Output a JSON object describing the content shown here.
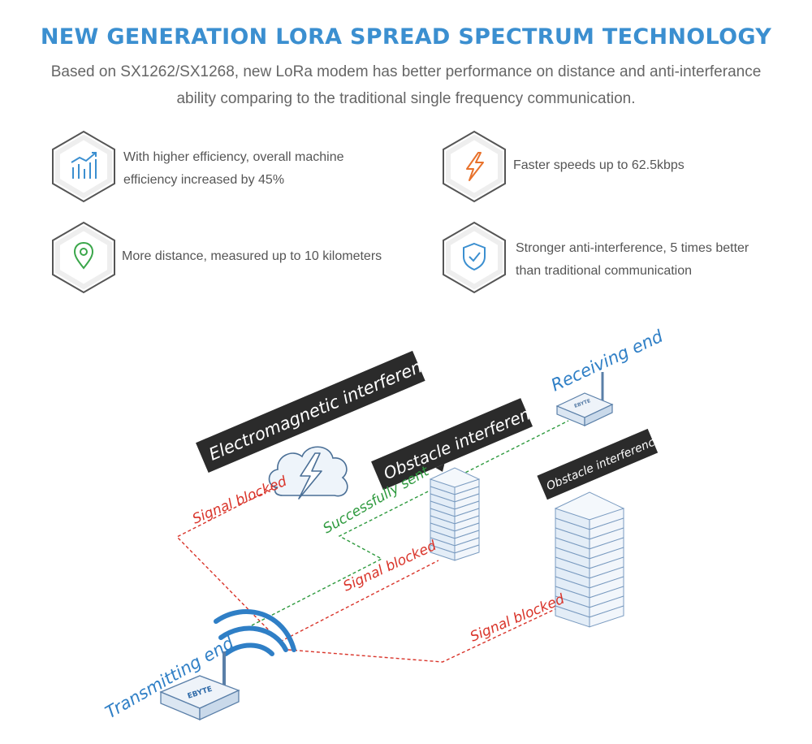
{
  "header": {
    "title": "NEW GENERATION LORA SPREAD SPECTRUM TECHNOLOGY",
    "subtitle_line1": "Based on SX1262/SX1268, new LoRa modem has better performance on distance and anti-interferance",
    "subtitle_line2": "ability comparing to the traditional single frequency communication."
  },
  "features": [
    {
      "icon": "bar-chart-icon",
      "line1": "With higher efficiency, overall machine",
      "line2": "efficiency increased by 45%"
    },
    {
      "icon": "lightning-icon",
      "line1": "Faster speeds up to 62.5kbps",
      "line2": ""
    },
    {
      "icon": "location-pin-icon",
      "line1": "More distance, measured up to 10 kilometers",
      "line2": ""
    },
    {
      "icon": "shield-check-icon",
      "line1": "Stronger anti-interference, 5 times better",
      "line2": "than traditional communication"
    }
  ],
  "diagram": {
    "em_tag": "Electromagnetic interference",
    "obstacle_tag_1": "Obstacle interference",
    "obstacle_tag_2": "Obstacle interference",
    "receiving_label": "Receiving end",
    "transmitting_label": "Transmitting end",
    "signal_blocked_1": "Signal blocked",
    "signal_blocked_2": "Signal blocked",
    "signal_blocked_3": "Signal blocked",
    "successfully_sent": "Successfully sent",
    "device_brand": "EBYTE"
  },
  "colors": {
    "title": "#3b8fd0",
    "text": "#666666",
    "blocked": "#d9342a",
    "success": "#2e9a3e",
    "accent_blue": "#2f7fc6",
    "tag_bg": "#2b2b2b"
  }
}
